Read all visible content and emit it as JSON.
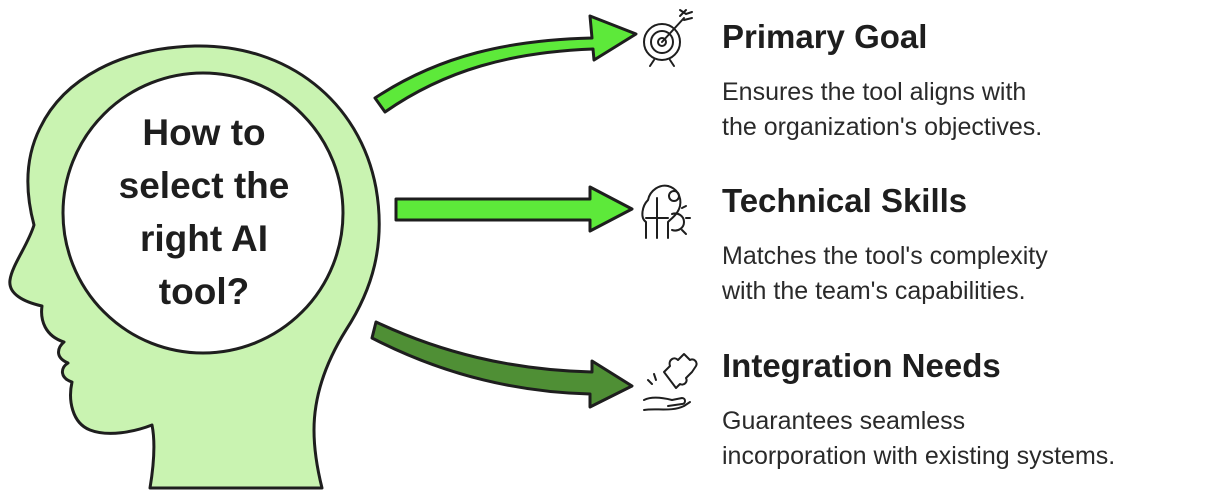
{
  "center": {
    "lines": [
      "How to",
      "select the",
      "right AI",
      "tool?"
    ]
  },
  "items": [
    {
      "title": "Primary Goal",
      "desc": [
        "Ensures the tool aligns with",
        "the organization's objectives."
      ],
      "icon": "target-icon",
      "arrow_color": "#5de93a"
    },
    {
      "title": "Technical Skills",
      "desc": [
        "Matches the tool's complexity",
        "with the team's capabilities."
      ],
      "icon": "head-gears-icon",
      "arrow_color": "#5de93a"
    },
    {
      "title": "Integration Needs",
      "desc": [
        "Guarantees seamless",
        "incorporation with existing systems."
      ],
      "icon": "puzzle-hand-icon",
      "arrow_color": "#4f8f35"
    }
  ],
  "colors": {
    "head_fill": "#c9f3b1",
    "bright_arrow": "#5de93a",
    "dark_arrow": "#4f8f35",
    "outline": "#1e1e1e"
  }
}
